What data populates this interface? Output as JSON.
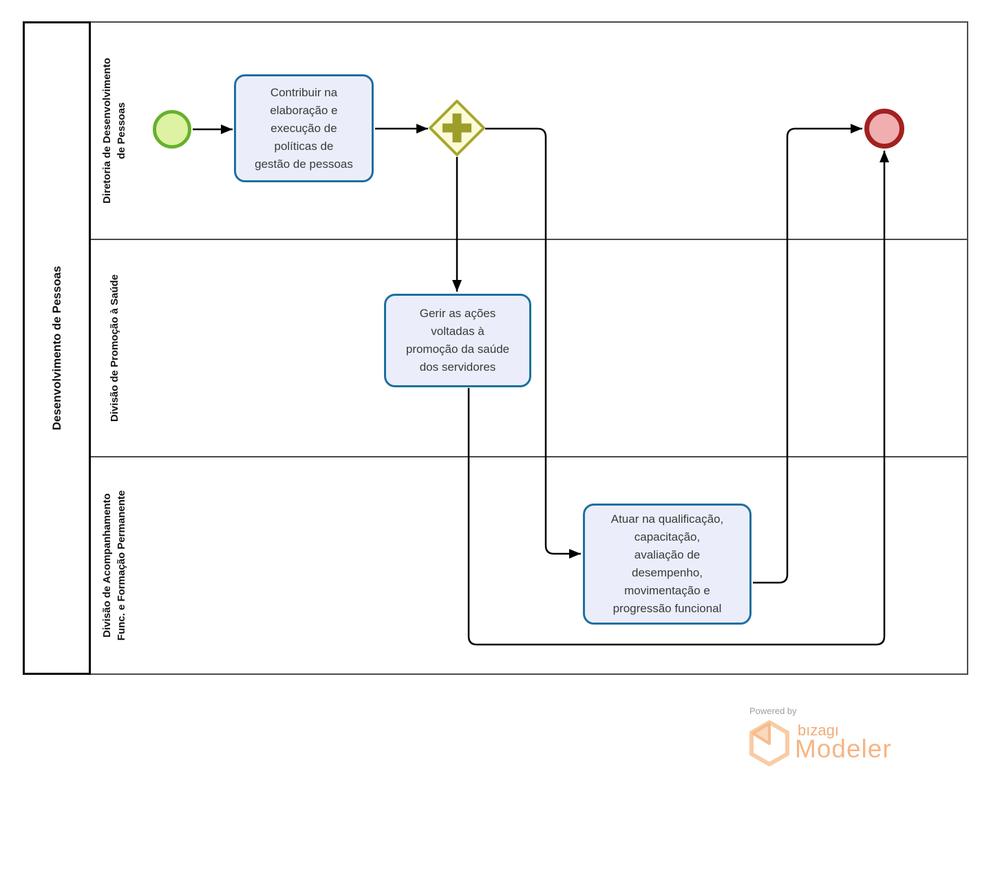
{
  "pool": {
    "title": "Desenvolvimento de Pessoas",
    "lanes": [
      {
        "label": "Diretoria de Desenvolvimento\nde Pessoas"
      },
      {
        "label": "Divisão de Promoção à Saúde"
      },
      {
        "label": "Divisão de Acompanhamento\nFunc. e Formação Permanente"
      }
    ]
  },
  "nodes": {
    "task1": {
      "label": "Contribuir na\nelaboração e\nexecução de\npolíticas de\ngestão de pessoas"
    },
    "task2": {
      "label": "Gerir as ações\nvoltadas à\npromoção da saúde\ndos servidores"
    },
    "task3": {
      "label": "Atuar na qualificação,\ncapacitação,\navaliação de\ndesempenho,\nmovimentação e\nprogressão funcional"
    }
  },
  "colors": {
    "task_border": "#1d6f9e",
    "task_fill": "#ebeefa",
    "start_border": "#67b12c",
    "start_fill": "#ddf3a3",
    "gateway_border": "#a6a62c",
    "gateway_fill": "#fbfbd8",
    "gateway_plus": "#9d9d2a",
    "end_border": "#a32020",
    "end_fill": "#f0aeb0",
    "connector": "#000000",
    "lane_border": "#4a4a4a",
    "logo_orange": "#f5b583",
    "powered_by_gray": "#9e9e9e"
  },
  "logo": {
    "powered_by": "Powered by",
    "brand": "bızagı",
    "product": "Modeler"
  }
}
